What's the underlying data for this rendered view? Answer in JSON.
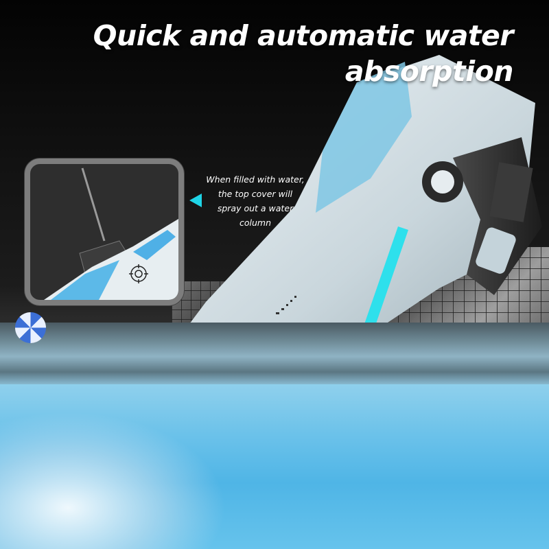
{
  "headline": {
    "line1": "Quick and automatic water",
    "line2": "absorption"
  },
  "callout": {
    "text_lines": [
      "When filled with water,",
      "the top cover will",
      "spray out a water",
      "column"
    ],
    "pointer_icon": "left-triangle-pointer",
    "pointer_color": "#1fd4e6"
  },
  "inset": {
    "subject": "top cover spraying water column (close-up)",
    "icon": "crosshair-emblem"
  },
  "scene": {
    "product": "white water gun with cyan light strip",
    "setting": "submerged in pool water, tiled wall background",
    "props": [
      "beach-ball"
    ]
  },
  "colors": {
    "background": "#0b0b0b",
    "accent_cyan": "#1fd4e6",
    "water_blue": "#5fbde8",
    "headline_text": "#ffffff",
    "frame_metal": "#7d7d7d"
  }
}
